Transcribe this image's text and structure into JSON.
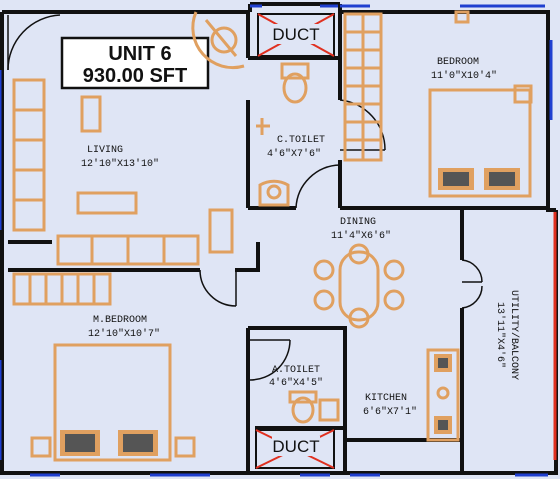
{
  "unit": {
    "name": "UNIT 6",
    "area": "930.00 SFT"
  },
  "rooms": [
    {
      "id": "living",
      "name": "LIVING",
      "dims": "12'10\"X13'10\""
    },
    {
      "id": "bedroom",
      "name": "BEDROOM",
      "dims": "11'0\"X10'4\""
    },
    {
      "id": "ctoilet",
      "name": "C.TOILET",
      "dims": "4'6\"X7'6\""
    },
    {
      "id": "dining",
      "name": "DINING",
      "dims": "11'4\"X6'6\""
    },
    {
      "id": "mbedroom",
      "name": "M.BEDROOM",
      "dims": "12'10\"X10'7\""
    },
    {
      "id": "atoilet",
      "name": "A.TOILET",
      "dims": "4'6\"X4'5\""
    },
    {
      "id": "kitchen",
      "name": "KITCHEN",
      "dims": "6'6\"X7'1\""
    },
    {
      "id": "utility",
      "name": "UTILITY/BALCONY",
      "dims": "13'11\"X4'6\""
    }
  ],
  "ducts": [
    {
      "id": "duct-top",
      "label": "DUCT"
    },
    {
      "id": "duct-bottom",
      "label": "DUCT"
    }
  ],
  "colors": {
    "floor": "#dfe5f5",
    "wall": "#111111",
    "furniture": "#e0a060",
    "window": "#1f3fd0",
    "accent": "#e03020"
  }
}
